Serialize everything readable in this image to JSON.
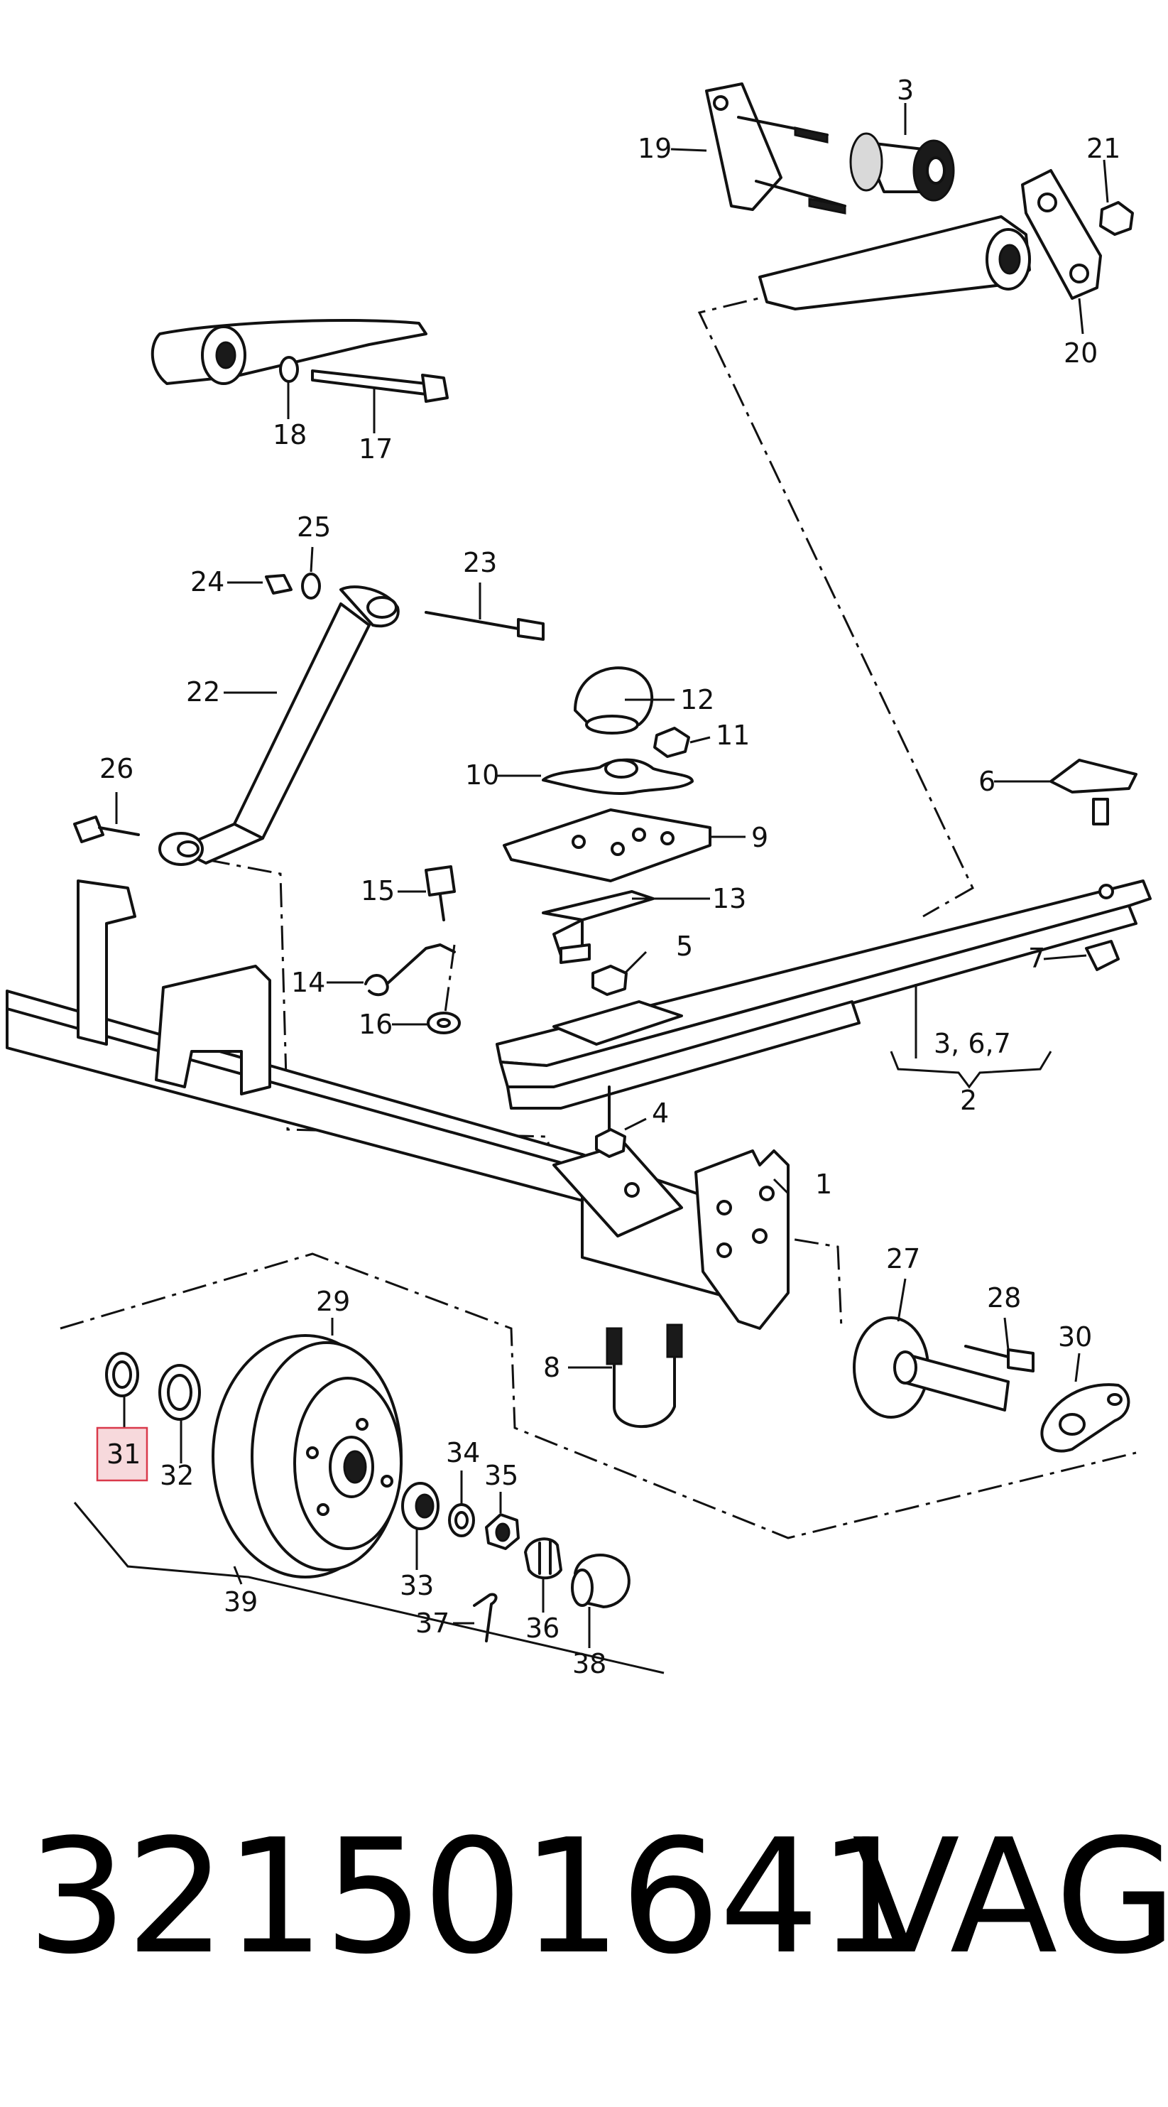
{
  "diagram": {
    "highlighted_callout": "31",
    "callouts": [
      {
        "id": "1",
        "text": "1"
      },
      {
        "id": "2",
        "text": "2"
      },
      {
        "id": "3",
        "text": "3"
      },
      {
        "id": "4",
        "text": "4"
      },
      {
        "id": "5",
        "text": "5"
      },
      {
        "id": "6",
        "text": "6"
      },
      {
        "id": "7",
        "text": "7"
      },
      {
        "id": "8",
        "text": "8"
      },
      {
        "id": "9",
        "text": "9"
      },
      {
        "id": "10",
        "text": "10"
      },
      {
        "id": "11",
        "text": "11"
      },
      {
        "id": "12",
        "text": "12"
      },
      {
        "id": "13",
        "text": "13"
      },
      {
        "id": "14",
        "text": "14"
      },
      {
        "id": "15",
        "text": "15"
      },
      {
        "id": "16",
        "text": "16"
      },
      {
        "id": "17",
        "text": "17"
      },
      {
        "id": "18",
        "text": "18"
      },
      {
        "id": "19",
        "text": "19"
      },
      {
        "id": "20",
        "text": "20"
      },
      {
        "id": "21",
        "text": "21"
      },
      {
        "id": "22",
        "text": "22"
      },
      {
        "id": "23",
        "text": "23"
      },
      {
        "id": "24",
        "text": "24"
      },
      {
        "id": "25",
        "text": "25"
      },
      {
        "id": "26",
        "text": "26"
      },
      {
        "id": "27",
        "text": "27"
      },
      {
        "id": "28",
        "text": "28"
      },
      {
        "id": "29",
        "text": "29"
      },
      {
        "id": "30",
        "text": "30"
      },
      {
        "id": "31",
        "text": "31"
      },
      {
        "id": "32",
        "text": "32"
      },
      {
        "id": "33",
        "text": "33"
      },
      {
        "id": "34",
        "text": "34"
      },
      {
        "id": "35",
        "text": "35"
      },
      {
        "id": "36",
        "text": "36"
      },
      {
        "id": "37",
        "text": "37"
      },
      {
        "id": "38",
        "text": "38"
      },
      {
        "id": "39",
        "text": "39"
      },
      {
        "id": "367",
        "text": "3, 6,7"
      }
    ]
  },
  "footer": {
    "part_number": "321501641",
    "brand": "VAG"
  },
  "colors": {
    "line": "#111111",
    "highlight_fill": "#f7d9dc",
    "highlight_border": "#d9394a"
  }
}
